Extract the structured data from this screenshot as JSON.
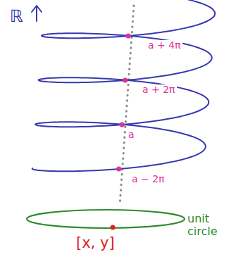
{
  "diagram": {
    "labels": [
      "ℝ",
      "a + 4π",
      "a + 2π",
      "a",
      "a − 2π",
      "unit circle",
      "[x, y]"
    ]
  }
}
